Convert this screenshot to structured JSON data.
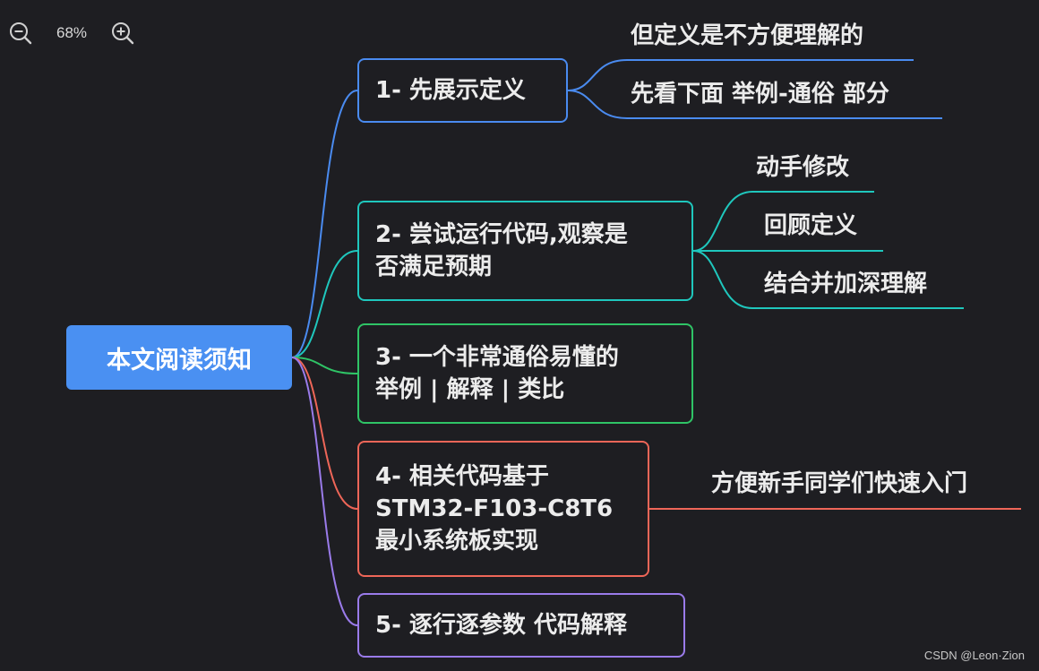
{
  "toolbar": {
    "zoom_level": "68%",
    "zoom_out_icon": "zoom-out-icon",
    "zoom_in_icon": "zoom-in-icon"
  },
  "root": {
    "label": "本文阅读须知",
    "color": "#4a90f2"
  },
  "branches": [
    {
      "label": "1- 先展示定义",
      "color": "#4a8bf0",
      "children": [
        "但定义是不方便理解的",
        "先看下面 举例-通俗 部分"
      ]
    },
    {
      "label": "2- 尝试运行代码,观察是\n否满足预期",
      "color": "#1fc7bd",
      "children": [
        "动手修改",
        "回顾定义",
        "结合并加深理解"
      ]
    },
    {
      "label": "3- 一个非常通俗易懂的\n举例 | 解释 | 类比",
      "color": "#2fc466",
      "children": []
    },
    {
      "label": "4- 相关代码基于\nSTM32-F103-C8T6\n最小系统板实现",
      "color": "#ee6658",
      "children": [
        "方便新手同学们快速入门"
      ]
    },
    {
      "label": "5- 逐行逐参数 代码解释",
      "color": "#9a7bea",
      "children": []
    }
  ],
  "watermark": "CSDN @Leon·Zion"
}
